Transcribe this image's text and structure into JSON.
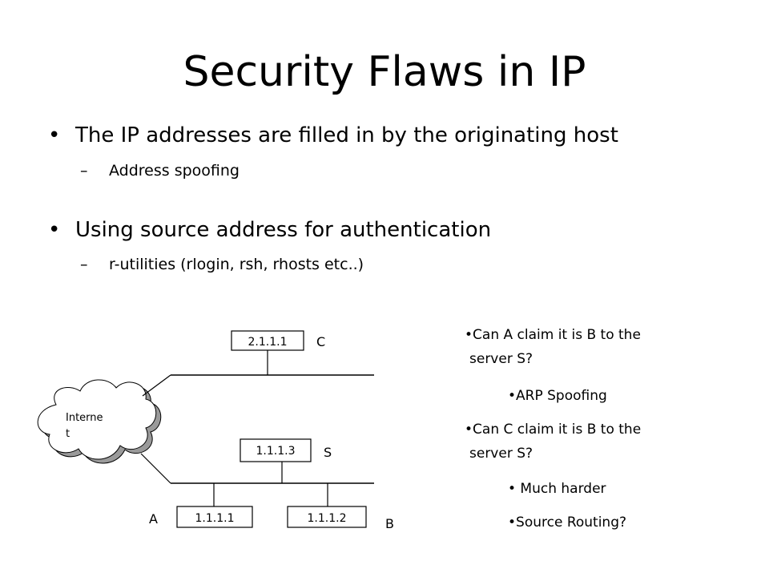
{
  "slide": {
    "title": "Security Flaws in IP",
    "bullets": [
      {
        "marker": "•",
        "text": "The IP addresses are filled in by the originating host",
        "sub": {
          "marker": "–",
          "text": "Address spoofing"
        }
      },
      {
        "marker": "•",
        "text": "Using source address for authentication",
        "sub": {
          "marker": "–",
          "text": "r-utilities (rlogin, rsh, rhosts etc..)"
        }
      }
    ]
  },
  "diagram": {
    "internet_label_line1": "Interne",
    "internet_label_line2": "t",
    "hosts": {
      "c": {
        "ip": "2.1.1.1",
        "label": "C"
      },
      "s": {
        "ip": "1.1.1.3",
        "label": "S"
      },
      "a": {
        "ip": "1.1.1.1",
        "label": "A"
      },
      "b": {
        "ip": "1.1.1.2",
        "label": "B"
      }
    }
  },
  "notes": {
    "q1_line1": "•Can A claim it is B to the",
    "q1_line2": "server S?",
    "a1": "•ARP Spoofing",
    "q2_line1": "•Can C claim it is B to the",
    "q2_line2": "server S?",
    "a2": "• Much harder",
    "a3": "•Source Routing?"
  }
}
